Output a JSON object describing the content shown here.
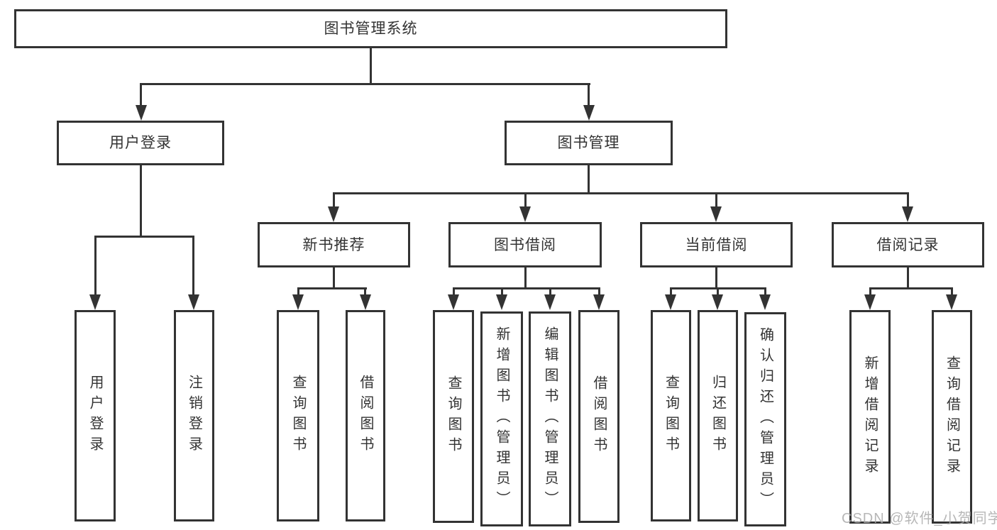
{
  "diagram_title": "图书管理系统",
  "tree": {
    "label": "图书管理系统",
    "children": [
      {
        "label": "用户登录",
        "children": [
          {
            "label": "用户登录"
          },
          {
            "label": "注销登录"
          }
        ]
      },
      {
        "label": "图书管理",
        "children": [
          {
            "label": "新书推荐",
            "children": [
              {
                "label": "查询图书"
              },
              {
                "label": "借阅图书"
              }
            ]
          },
          {
            "label": "图书借阅",
            "children": [
              {
                "label": "查询图书"
              },
              {
                "label": "新增图书（管理员）"
              },
              {
                "label": "编辑图书（管理员）"
              },
              {
                "label": "借阅图书"
              }
            ]
          },
          {
            "label": "当前借阅",
            "children": [
              {
                "label": "查询图书"
              },
              {
                "label": "归还图书"
              },
              {
                "label": "确认归还（管理员）"
              }
            ]
          },
          {
            "label": "借阅记录",
            "children": [
              {
                "label": "新增借阅记录"
              },
              {
                "label": "查询借阅记录"
              }
            ]
          }
        ]
      }
    ]
  },
  "watermark": {
    "text": "CSDN @软件_小贺同学",
    "color": "#ababab"
  },
  "colors": {
    "line": "#333333",
    "box_border": "#333333",
    "box_background": "#ffffff",
    "text": "#333333",
    "page_background": "#ffffff"
  }
}
